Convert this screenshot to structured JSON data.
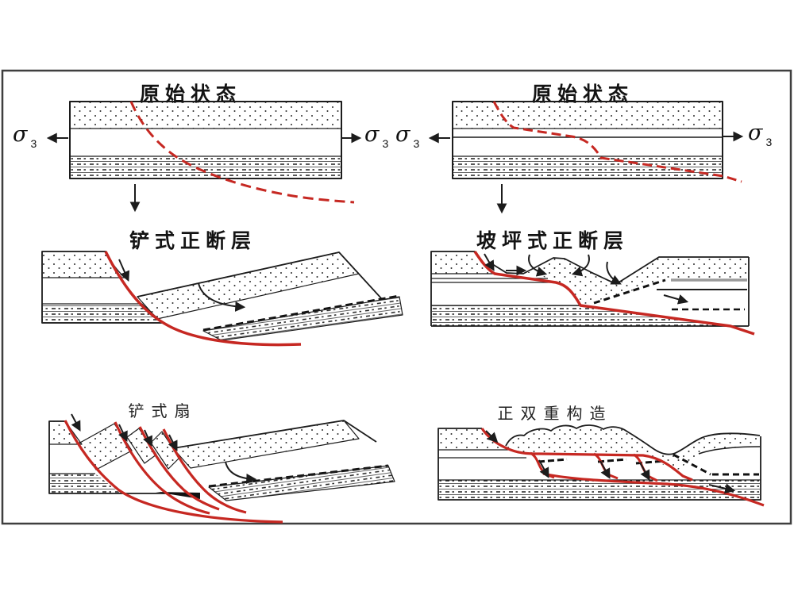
{
  "figure": {
    "frame_color": "#3f3f3f",
    "background": "#ffffff"
  },
  "colors": {
    "fault_red": "#c62822",
    "line_black": "#1c1c1c",
    "marker_gray": "#9a9a9a"
  },
  "sigma": {
    "symbol": "σ",
    "sub": "3"
  },
  "panels": {
    "top_left": {
      "title": "原始状态"
    },
    "top_right": {
      "title": "原始状态"
    },
    "middle_left": {
      "title": "铲式正断层"
    },
    "middle_right": {
      "title": "坡坪式正断层"
    },
    "bottom_left": {
      "label": "铲式扇"
    },
    "bottom_right": {
      "label": "正双重构造"
    }
  }
}
